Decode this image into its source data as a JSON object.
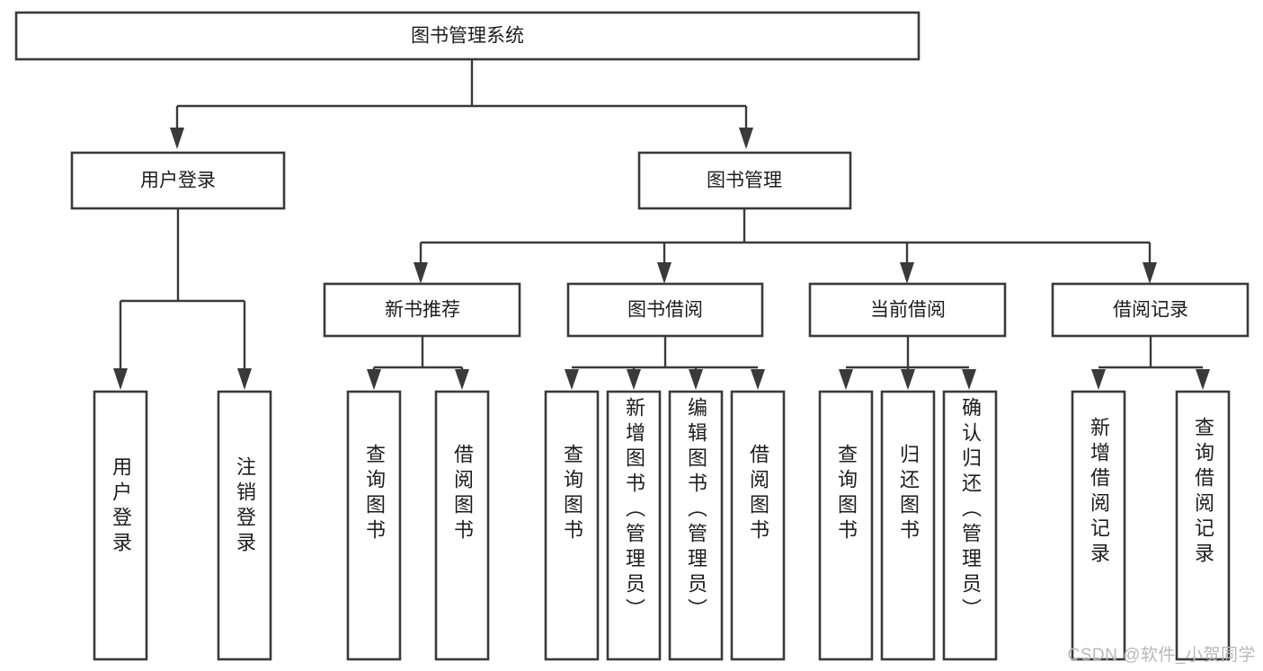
{
  "diagram": {
    "title": "图书管理系统",
    "type": "hierarchy-tree",
    "watermark": "CSDN @软件_小贺同学",
    "colors": {
      "stroke": "#3a3a3a",
      "fill": "#ffffff",
      "text": "#1d1d1d",
      "watermark": "#b8b8b8"
    },
    "levels": {
      "root": {
        "label": "图书管理系统"
      },
      "level2": [
        {
          "label": "用户登录"
        },
        {
          "label": "图书管理"
        }
      ],
      "level3": [
        {
          "label": "新书推荐"
        },
        {
          "label": "图书借阅"
        },
        {
          "label": "当前借阅"
        },
        {
          "label": "借阅记录"
        }
      ],
      "leaves": {
        "user_login": [
          {
            "label": "用户登录"
          },
          {
            "label": "注销登录"
          }
        ],
        "new_book_recommend": [
          {
            "label": "查询图书"
          },
          {
            "label": "借阅图书"
          }
        ],
        "book_borrow": [
          {
            "label": "查询图书"
          },
          {
            "label": "新增图书（管理员）"
          },
          {
            "label": "编辑图书（管理员）"
          },
          {
            "label": "借阅图书"
          }
        ],
        "current_borrow": [
          {
            "label": "查询图书"
          },
          {
            "label": "归还图书"
          },
          {
            "label": "确认归还（管理员）"
          }
        ],
        "borrow_record": [
          {
            "label": "新增借阅记录"
          },
          {
            "label": "查询借阅记录"
          }
        ]
      }
    }
  }
}
